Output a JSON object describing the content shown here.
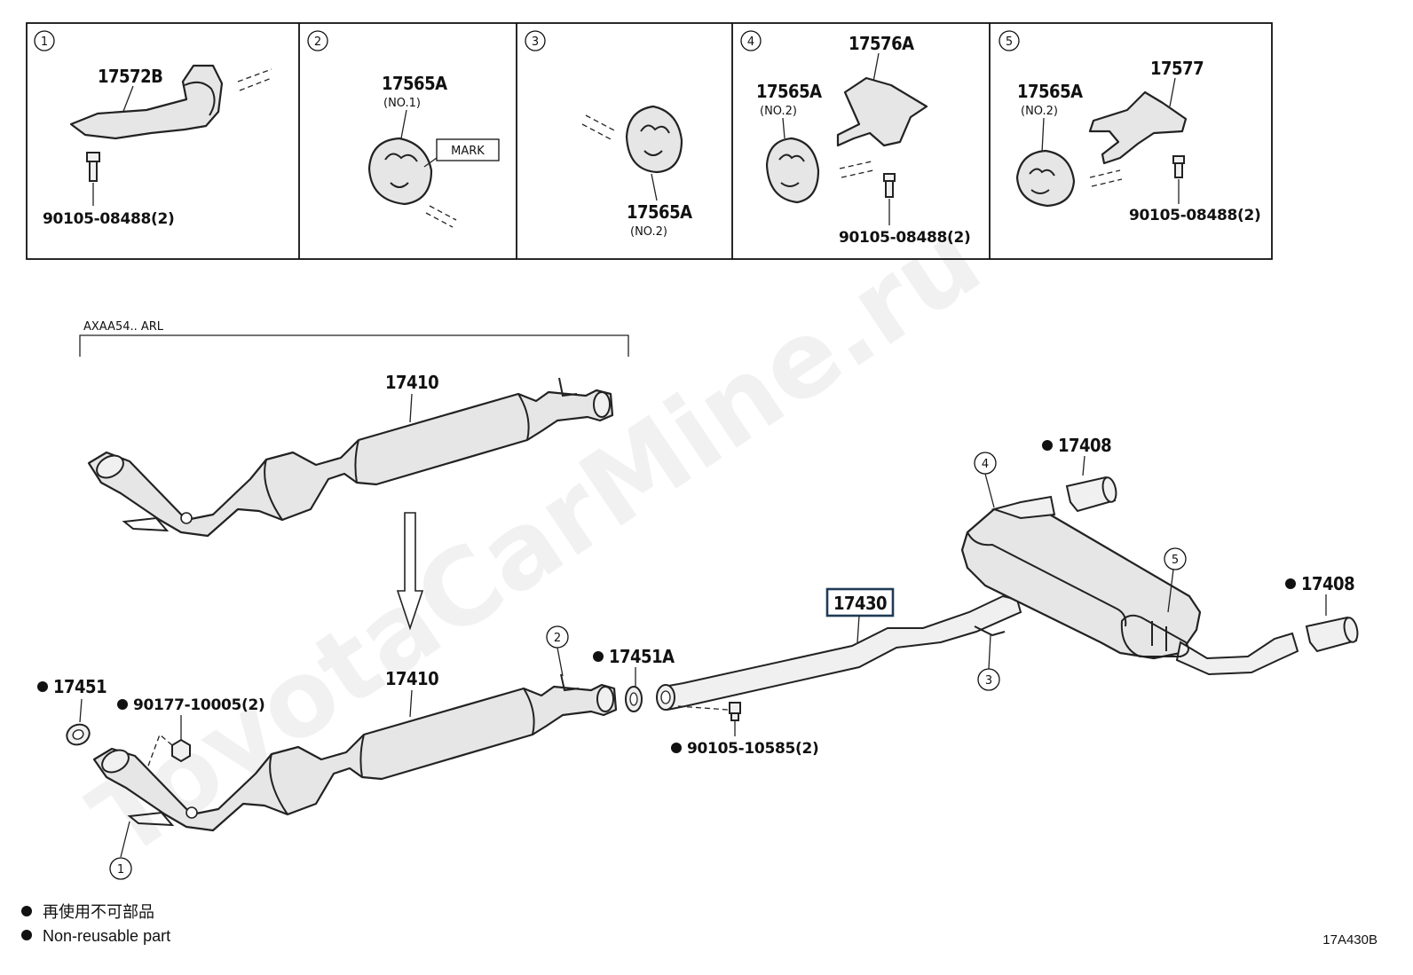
{
  "watermark": "ToyotaCarMine.ru",
  "detail_panels": [
    {
      "num": "1",
      "parts": [
        "17572B"
      ],
      "bolt": "90105-08488(2)"
    },
    {
      "num": "2",
      "parts": [
        "17565A"
      ],
      "sub": "(NO.1)",
      "mark": "MARK"
    },
    {
      "num": "3",
      "parts": [
        "17565A"
      ],
      "sub": "(NO.2)"
    },
    {
      "num": "4",
      "parts": [
        "17576A",
        "17565A"
      ],
      "sub": "(NO.2)",
      "bolt": "90105-08488(2)"
    },
    {
      "num": "5",
      "parts": [
        "17577",
        "17565A"
      ],
      "sub": "(NO.2)",
      "bolt": "90105-08488(2)"
    }
  ],
  "main": {
    "variant_label": "AXAA54.. ARL",
    "front_pipe_upper": "17410",
    "front_pipe_lower": "17410",
    "gasket_front": "17451",
    "nut_front": "90177-10005(2)",
    "gasket_mid": "17451A",
    "center_pipe": "17430",
    "bolt_mid": "90105-10585(2)",
    "tail_tip_top": "17408",
    "tail_tip_right": "17408",
    "callouts": [
      "1",
      "2",
      "3",
      "4",
      "5"
    ]
  },
  "legend": {
    "bullet": "●",
    "jp": "再使用不可部品",
    "en": "Non-reusable part"
  },
  "figure_code": "17A430B"
}
